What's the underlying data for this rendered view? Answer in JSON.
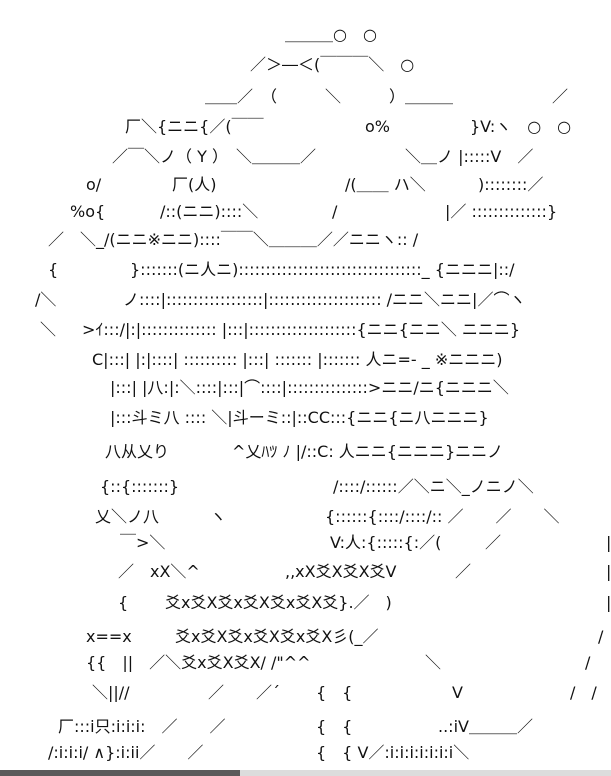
{
  "art": {
    "lines": [
      [
        "＿＿＿○　○"
      ],
      [
        "／＞―＜(￣￣￣＼　○"
      ],
      [
        "＿＿／　（　　　＼　　　）＿＿＿",
        "／"
      ],
      [
        "厂＼{ニニ{／(￣￣",
        "o%",
        "}V:ヽ　○　○"
      ],
      [
        "／￣＼ノ（ Y ）　＼＿＿＿／",
        "＼＿ノ |:::::V　／"
      ],
      [
        "o/",
        "厂(人)",
        "/(＿＿ ハ＼",
        ")::::::::／"
      ],
      [
        "%o{",
        "/::(ニニ)::::＼",
        "/",
        "|／ ::::::::::::::}"
      ],
      [
        "／　＼_/(ニニ※ニニ)::::￣￣＼＿＿＿／／ニニヽ:: /"
      ],
      [
        "{",
        "}:::::::(ニ人ニ)::::::::::::::::::::::::::::::::::_ {ニニニ|::/"
      ],
      [
        "/＼",
        "ノ::::|::::::::::::::::::|::::::::::::::::::::: /ニニ＼ニニ|／⌒ヽ"
      ],
      [
        "＼",
        ">ｲ:::/|:|:::::::::::::: |:::|::::::::::::::::::::{ニニ{ニニ＼ ニニニ}"
      ],
      [
        "C|:::| |:|::::| :::::::::: |:::| ::::::: |::::::: 人ニ=- _ ※ニニニ)"
      ],
      [
        "|:::| |八:|:＼::::|:::|⌒::::|:::::::::::::::>ニニ/ニ{ニニニ＼"
      ],
      [
        "|:::斗ミ八 :::: ＼|斗ーミ::|::CC:::{ニニ{ニ八ニニニ}"
      ],
      [
        "八从乂り",
        "^乂ﾊﾂ ﾉ |/::C: 人ニニ{ニニニ}ニニノ"
      ],
      [
        "{::{:::::::}",
        "/::::/::::::／＼ニ＼_ノニノ＼"
      ],
      [
        "乂＼ノ八",
        "ヽ",
        "{::::::{::::/::::/:: ／　　／　　＼"
      ],
      [
        "￣>＼",
        "V:人:{:::::{:／(",
        "／",
        "|"
      ],
      [
        "／　xX＼^",
        ",,xX爻X爻X爻V",
        "／",
        "|"
      ],
      [
        "{",
        "爻x爻X爻x爻X爻x爻X爻}.／　)",
        "|"
      ],
      [
        "x==x",
        "爻x爻X爻x爻X爻x爻X彡(_／",
        "/"
      ],
      [
        "{{　||　／＼爻x爻X爻X/ /\"^^",
        "＼",
        "/"
      ],
      [
        "＼||//",
        "／　　／´",
        "{　{",
        "V",
        "/　/"
      ],
      [
        "厂:::i只:i:i:i:　／　　／",
        "{　{",
        "..:iV＿＿＿／"
      ],
      [
        "/:i:i:i/ ∧}:i:ii／　　／",
        "{　{ V／:i:i:i:i:i:i:i＼"
      ]
    ]
  },
  "colors": {
    "text": "#111111",
    "scrollbar_thumb": "#5a5a5a",
    "scrollbar_track": "#dcdcdc"
  }
}
